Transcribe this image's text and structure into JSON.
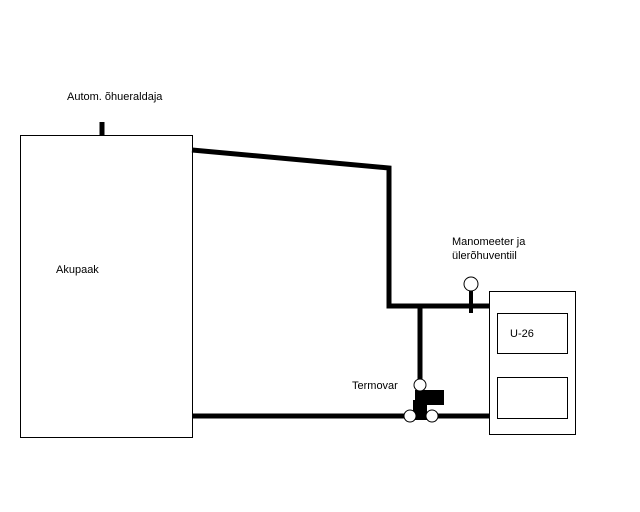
{
  "labels": {
    "air_vent": "Autom. õhueraldaja",
    "tank": "Akupaak",
    "manometer_line1": "Manomeeter ja",
    "manometer_line2": "ülerõhuventiil",
    "boiler": "U-26",
    "thermovar": "Termovar"
  }
}
